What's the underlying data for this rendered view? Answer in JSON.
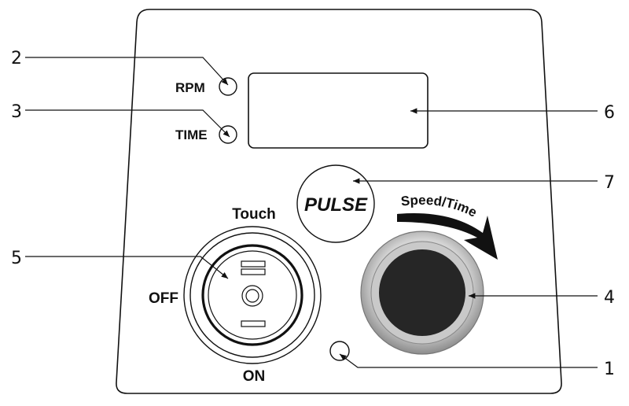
{
  "panel": {
    "rpm_label": "RPM",
    "time_label": "TIME",
    "pulse_label": "PULSE",
    "touch_label": "Touch",
    "off_label": "OFF",
    "on_label": "ON",
    "speed_time_label": "Speed/Time"
  },
  "callouts": {
    "c1": "1",
    "c2": "2",
    "c3": "3",
    "c4": "4",
    "c5": "5",
    "c6": "6",
    "c7": "7"
  },
  "colors": {
    "knob": "#262626",
    "knob_ring": "#a8a8a8",
    "outline": "#111111"
  }
}
